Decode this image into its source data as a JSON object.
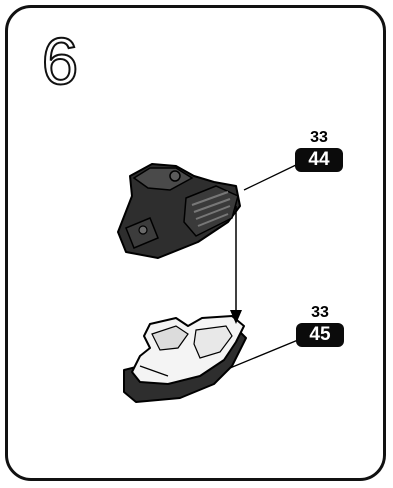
{
  "step": "6",
  "parts": [
    {
      "set": "33",
      "part": "44"
    },
    {
      "set": "33",
      "part": "45"
    }
  ],
  "colors": {
    "outline": "#111111",
    "part_dark": "#2e2e2e",
    "part_light": "#f4f4f4",
    "tag_bg": "#0b0b0b"
  }
}
